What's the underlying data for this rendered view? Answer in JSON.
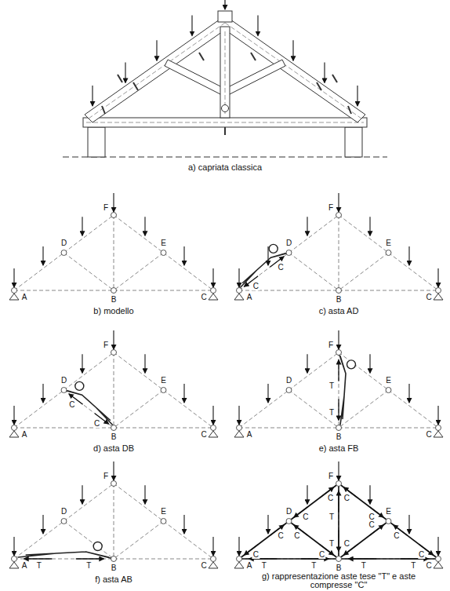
{
  "diagram": {
    "labels": [
      "a) capriata classica",
      "F",
      "D",
      "E",
      "A",
      "B",
      "C",
      "b) modello",
      "F",
      "D",
      "E",
      "A",
      "B",
      "C",
      "C",
      "C",
      "c) asta AD",
      "F",
      "D",
      "E",
      "A",
      "B",
      "C",
      "C",
      "C",
      "d) asta DB",
      "F",
      "D",
      "E",
      "A",
      "B",
      "C",
      "T",
      "T",
      "e) asta FB",
      "F",
      "D",
      "E",
      "A",
      "B",
      "C",
      "T",
      "T",
      "f) asta AB",
      "F",
      "D",
      "E",
      "A",
      "B",
      "C",
      "C",
      "C",
      "C",
      "C",
      "C",
      "C",
      "C",
      "C",
      "C",
      "C",
      "C",
      "C",
      "T",
      "T",
      "T",
      "T",
      "T",
      "T",
      "g) rappresentazione aste tese \"T\" e aste compresse \"C\""
    ]
  }
}
